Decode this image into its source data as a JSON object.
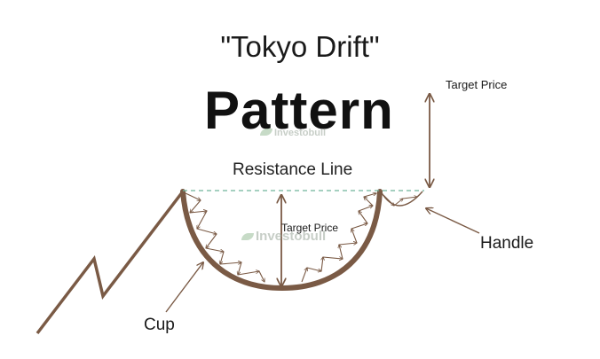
{
  "diagram": {
    "title": "\"Tokyo Drift\"",
    "pattern_word": "Pattern",
    "resistance_label": "Resistance Line",
    "target_price_label": "Target Price",
    "target_price_inner_label": "Target Price",
    "handle_label": "Handle",
    "cup_label": "Cup",
    "watermark": "Investobull"
  },
  "colors": {
    "cup_stroke": "#7a5a45",
    "resistance_line": "#6fb59a",
    "arrow": "#7a5a45",
    "text": "#1a1a1a",
    "watermark": "#9aa79a"
  }
}
